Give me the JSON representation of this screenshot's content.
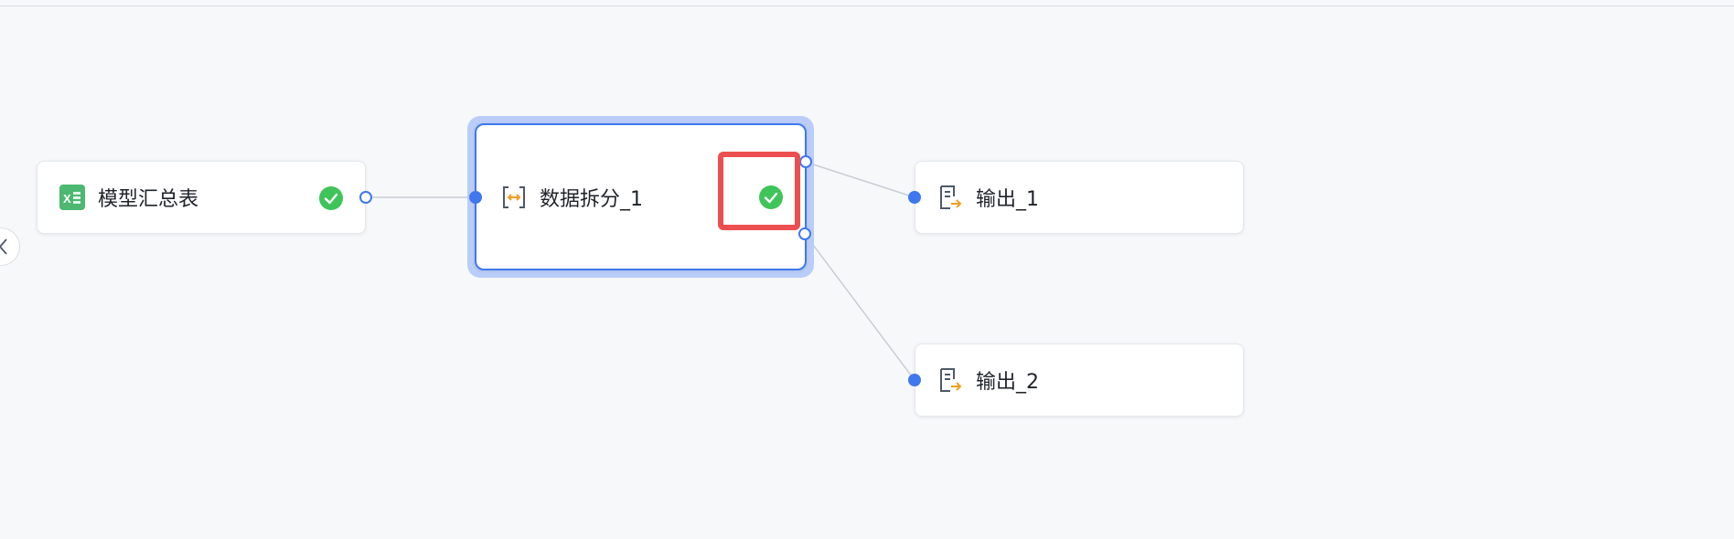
{
  "flow": {
    "nodes": [
      {
        "id": "source",
        "label": "模型汇总表",
        "icon": "excel-icon",
        "status": "success"
      },
      {
        "id": "split",
        "label": "数据拆分_1",
        "icon": "split-icon",
        "status": "success",
        "selected": true
      },
      {
        "id": "output1",
        "label": "输出_1",
        "icon": "output-icon"
      },
      {
        "id": "output2",
        "label": "输出_2",
        "icon": "output-icon"
      }
    ],
    "edges": [
      {
        "from": "source",
        "to": "split"
      },
      {
        "from": "split",
        "to": "output1"
      },
      {
        "from": "split",
        "to": "output2"
      }
    ]
  },
  "colors": {
    "accent": "#3f78ee",
    "success": "#3fc45a",
    "excel": "#4cb872",
    "output_arrow": "#f0a020",
    "highlight": "#ec4f4f",
    "edge": "#c9cdd4"
  }
}
